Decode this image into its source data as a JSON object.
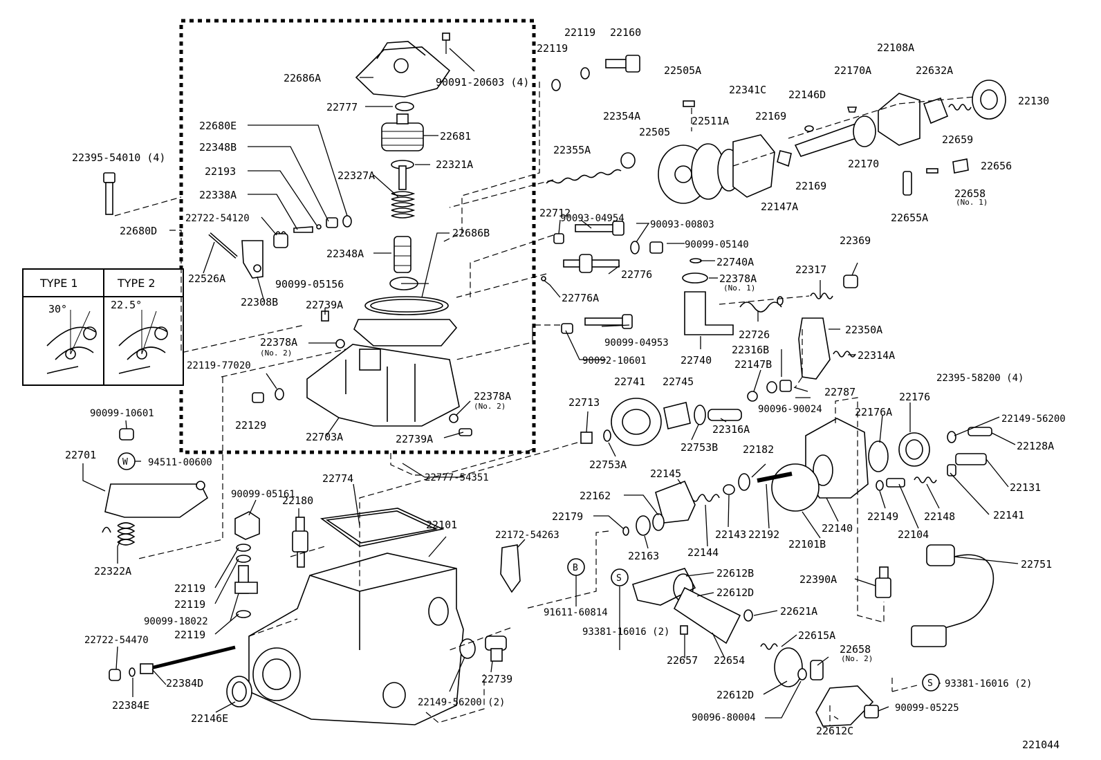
{
  "labels": {
    "p22686A": "22686A",
    "p90091_20603": "90091-20603 (4)",
    "p22777": "22777",
    "p22681": "22681",
    "p22680E": "22680E",
    "p22348B": "22348B",
    "p22193": "22193",
    "p22338A": "22338A",
    "p22395_54010": "22395-54010 (4)",
    "p22722_54120": "22722-54120",
    "p22680D": "22680D",
    "p22526A": "22526A",
    "p22308B": "22308B",
    "p22321A": "22321A",
    "p22327A": "22327A",
    "p22348A": "22348A",
    "p22686B": "22686B",
    "p90099_05156": "90099-05156",
    "p22739A_1": "22739A",
    "p22378A_1": "22378A",
    "p22378A_1n": "(No. 2)",
    "p22119_77020": "22119-77020",
    "p22129": "22129",
    "p22703A": "22703A",
    "p22378A_2": "22378A",
    "p22378A_2n": "(No. 2)",
    "p22739A_2": "22739A",
    "p22777_54351": "22777-54351",
    "p22119_a": "22119",
    "p22119_b": "22119",
    "p22160": "22160",
    "p22355A": "22355A",
    "p22354A": "22354A",
    "p22505A": "22505A",
    "p22505": "22505",
    "p22511A": "22511A",
    "p22341C": "22341C",
    "p22169_a": "22169",
    "p22146D": "22146D",
    "p22170A": "22170A",
    "p22108A": "22108A",
    "p22632A": "22632A",
    "p22130": "22130",
    "p22659": "22659",
    "p22170": "22170",
    "p22169_b": "22169",
    "p22147A": "22147A",
    "p22656": "22656",
    "p22658_1": "22658",
    "p22658_1n": "(No. 1)",
    "p22655A": "22655A",
    "p90093_04954": "90093-04954",
    "p22712": "22712",
    "p90093_00803": "90093-00803",
    "p90099_05140": "90099-05140",
    "p22776": "22776",
    "p22740A": "22740A",
    "p22378A_3": "22378A",
    "p22378A_3n": "(No. 1)",
    "p22776A": "22776A",
    "p22369": "22369",
    "p22317": "22317",
    "p22726": "22726",
    "p22350A": "22350A",
    "p90099_04953": "90099-04953",
    "p90092_10601": "90092-10601",
    "p22740": "22740",
    "p22316B": "22316B",
    "p22147B": "22147B",
    "p22314A": "22314A",
    "p22787": "22787",
    "p90096_90024": "90096-90024",
    "p22741": "22741",
    "p22745": "22745",
    "p22713": "22713",
    "p22753B": "22753B",
    "p22316A": "22316A",
    "p22753A": "22753A",
    "p22176": "22176",
    "p22176A": "22176A",
    "p22395_58200": "22395-58200 (4)",
    "p22149_56200": "22149-56200",
    "p22128A": "22128A",
    "p22131": "22131",
    "p22141": "22141",
    "p22148": "22148",
    "p22149": "22149",
    "p22104": "22104",
    "p22140": "22140",
    "p22182": "22182",
    "p22145": "22145",
    "p22162": "22162",
    "p22179": "22179",
    "p22163": "22163",
    "p22144": "22144",
    "p22143": "22143",
    "p22192": "22192",
    "p22101B": "22101B",
    "p22172_54263": "22172-54263",
    "p91611_60814": "91611-60814",
    "p22612B": "22612B",
    "p22612D_1": "22612D",
    "p93381_16016_1": "93381-16016 (2)",
    "p22657": "22657",
    "p22654": "22654",
    "p22621A": "22621A",
    "p22615A": "22615A",
    "p22658_2": "22658",
    "p22658_2n": "(No. 2)",
    "p22612D_2": "22612D",
    "p90096_80004": "90096-80004",
    "p22612C": "22612C",
    "p93381_16016_2": "93381-16016 (2)",
    "p90099_05225": "90099-05225",
    "p22390A": "22390A",
    "p22751": "22751",
    "p90099_10601": "90099-10601",
    "p94511_00600": "94511-00600",
    "p22701": "22701",
    "p22322A": "22322A",
    "p90099_05161": "90099-05161",
    "p22774": "22774",
    "p22180": "22180",
    "p22101": "22101",
    "p22119_c": "22119",
    "p22119_d": "22119",
    "p90099_18022": "90099-18022",
    "p22119_e": "22119",
    "p22722_54470": "22722-54470",
    "p22384D": "22384D",
    "p22384E": "22384E",
    "p22146E": "22146E",
    "p22149_56200_2": "22149-56200 (2)",
    "p22739": "22739",
    "diagram_id": "221044",
    "symbol_w": "W",
    "symbol_b": "B",
    "symbol_s1": "S",
    "symbol_s2": "S"
  },
  "type_table": {
    "type1": "TYPE 1",
    "type2": "TYPE 2",
    "angle1": "30°",
    "angle2": "22.5°"
  }
}
